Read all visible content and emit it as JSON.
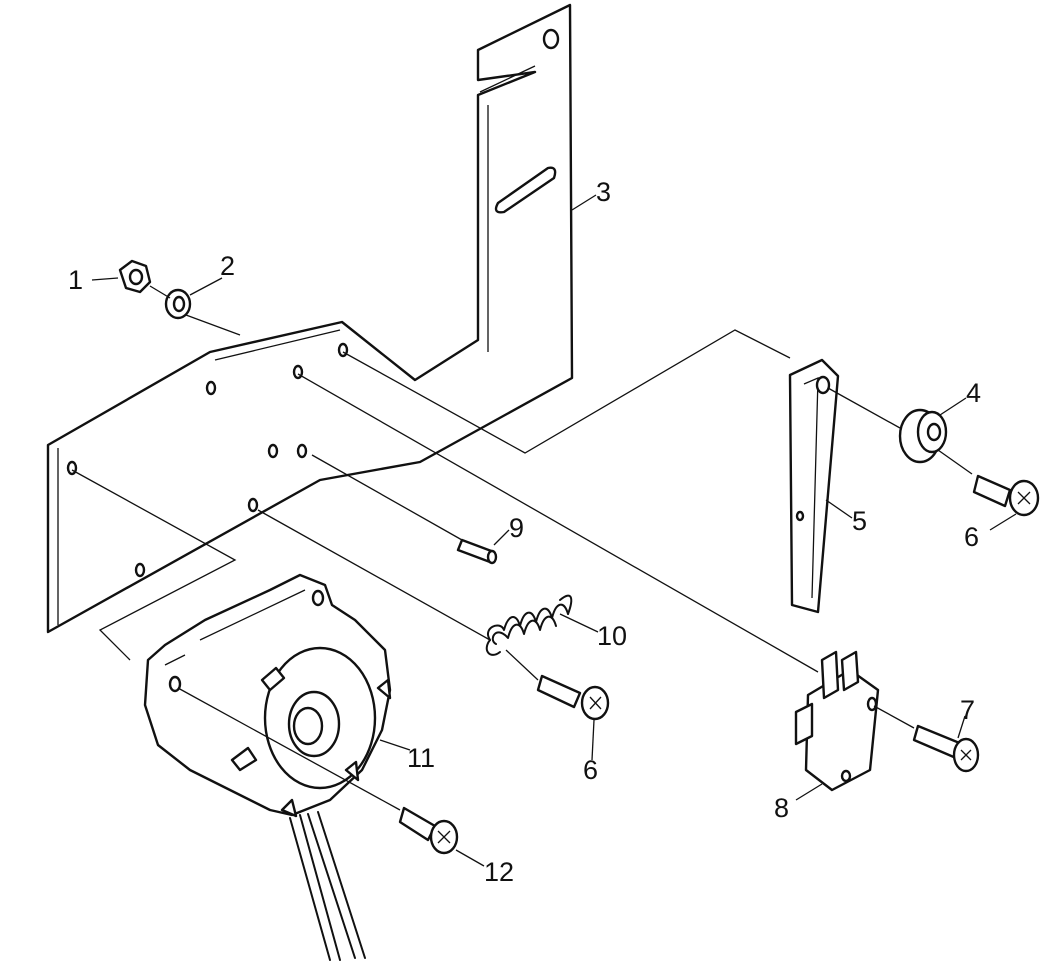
{
  "callouts": [
    {
      "id": "c1",
      "text": "1"
    },
    {
      "id": "c2",
      "text": "2"
    },
    {
      "id": "c3",
      "text": "3"
    },
    {
      "id": "c4",
      "text": "4"
    },
    {
      "id": "c5",
      "text": "5"
    },
    {
      "id": "c6a",
      "text": "6"
    },
    {
      "id": "c6b",
      "text": "6"
    },
    {
      "id": "c7",
      "text": "7"
    },
    {
      "id": "c8",
      "text": "8"
    },
    {
      "id": "c9",
      "text": "9"
    },
    {
      "id": "c10",
      "text": "10"
    },
    {
      "id": "c11",
      "text": "11"
    },
    {
      "id": "c12",
      "text": "12"
    }
  ],
  "colors": {
    "ink": "#111111",
    "background": "#ffffff"
  }
}
